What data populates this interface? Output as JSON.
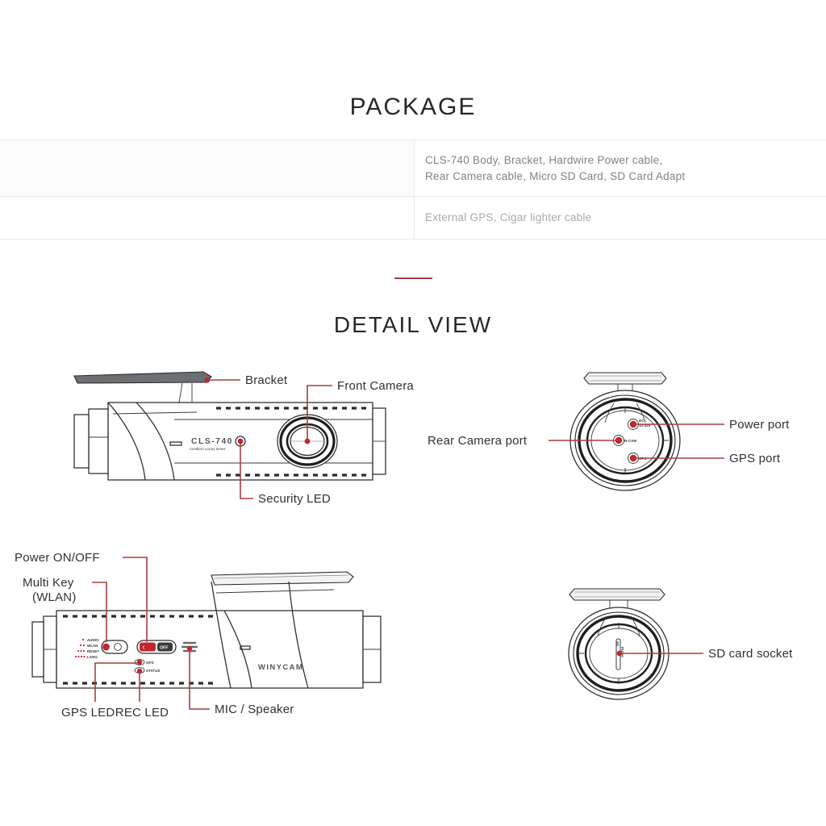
{
  "package": {
    "title": "PACKAGE",
    "rows": [
      {
        "label": "",
        "lines": [
          "CLS-740 Body, Bracket, Hardwire Power cable,",
          "Rear Camera cable, Micro SD Card, SD Card Adapt"
        ]
      },
      {
        "label": "",
        "lines": [
          "External GPS, Cigar lighter cable"
        ]
      }
    ]
  },
  "detail": {
    "title": "DETAIL VIEW",
    "accent_color": "#a33f3f",
    "figures": {
      "front_view": {
        "device_model": "CLS-740",
        "device_tagline": "Contbuzz Luxury Series",
        "callouts": [
          {
            "label": "Bracket"
          },
          {
            "label": "Front Camera"
          },
          {
            "label": "Security LED"
          }
        ]
      },
      "rear_ports_view": {
        "port_marks": {
          "power_line1": "DC",
          "power_line2": "12-24V",
          "rear_cam": "R-CAM",
          "gps": "GPS"
        },
        "callouts": [
          {
            "label": "Rear Camera port"
          },
          {
            "label": "Power port"
          },
          {
            "label": "GPS port"
          }
        ]
      },
      "side_view": {
        "brand": "WINYCAM",
        "key_marks": [
          "AUDIO",
          "WLAN",
          "RESET",
          "LANG"
        ],
        "switch_on": "ON",
        "switch_off": "OFF",
        "led_marks": [
          "GPS",
          "STATUS"
        ],
        "callouts": [
          {
            "label": "Power ON/OFF"
          },
          {
            "label": "Multi Key"
          },
          {
            "label": "(WLAN)"
          },
          {
            "label": "GPS LED"
          },
          {
            "label": "REC LED"
          },
          {
            "label": "MIC / Speaker"
          }
        ]
      },
      "sd_socket_view": {
        "slot_mark": "SD",
        "slot_push": "PUSH",
        "callouts": [
          {
            "label": "SD card socket"
          }
        ]
      }
    }
  }
}
